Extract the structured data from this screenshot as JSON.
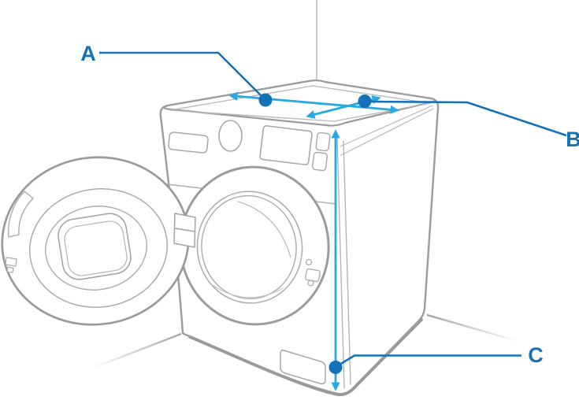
{
  "diagram": {
    "type": "product-dimension-diagram",
    "subject": "front-load washing machine with open door in a room corner",
    "labels": {
      "width": "A",
      "depth": "B",
      "height": "C"
    },
    "colors": {
      "leader_blue": "#1472B9",
      "arrow_cyan": "#29A9E2",
      "outline_gray": "#9C9C9C"
    }
  }
}
